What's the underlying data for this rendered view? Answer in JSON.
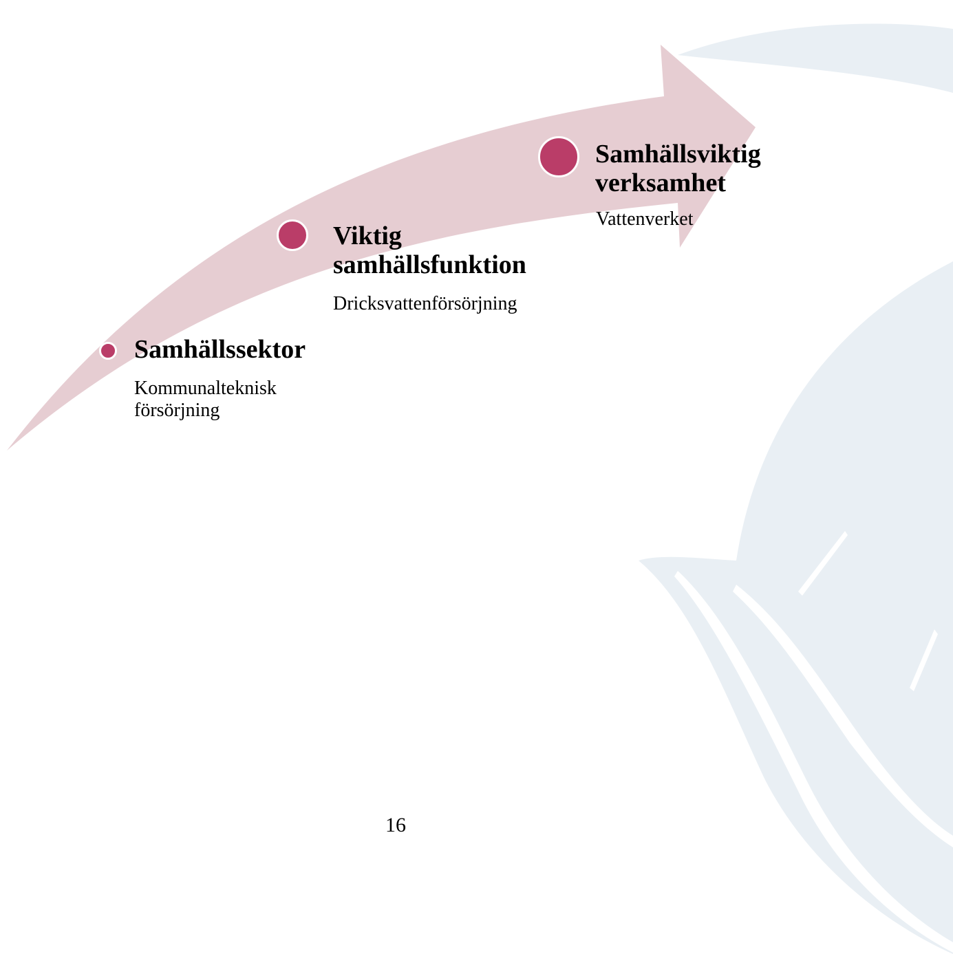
{
  "colors": {
    "arrow": "#e6cdd2",
    "dot": "#ba3d68",
    "watermark": "#e9eff4"
  },
  "steps": [
    {
      "title": "Samhällssektor",
      "description": "Kommunalteknisk försörjning"
    },
    {
      "title": "Viktig samhällsfunktion",
      "description": "Dricksvattenförsörjning"
    },
    {
      "title": "Samhällsviktig verksamhet",
      "description": "Vattenverket"
    }
  ],
  "page_number": "16"
}
